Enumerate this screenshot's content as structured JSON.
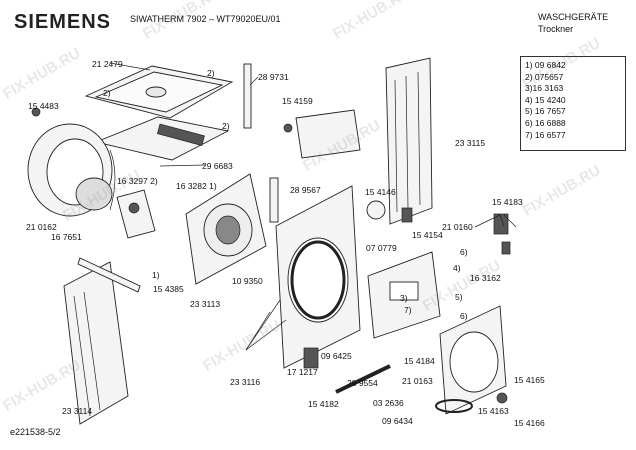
{
  "header": {
    "brand": "SIEMENS",
    "model": "SIWATHERM 7902 – WT79020EU/01",
    "category": "WASCHGERÄTE",
    "subcategory": "Trockner"
  },
  "legend": [
    "1) 09 6842",
    "2) 075657",
    "3)16 3163",
    "4) 15 4240",
    "5) 16 7657",
    "6) 16 6888",
    "7) 16 6577"
  ],
  "parts": {
    "p212479": "21 2479",
    "p289731": "28 9731",
    "p154483": "15 4483",
    "p154159": "15 4159",
    "p233115": "23 3115",
    "p296683": "29 6683",
    "p163297": "16 3297 2)",
    "p163282": "16 3282 1)",
    "p289567": "28 9567",
    "p154146": "15 4146",
    "p154183": "15 4183",
    "p210162": "21 0162",
    "p167651": "16 7651",
    "p070779": "07 0779",
    "p154154": "15 4154",
    "p210160": "21 0160",
    "p163162": "16 3162",
    "p154385": "15 4385",
    "p233113": "23 3113",
    "p109350": "10 9350",
    "p096425": "09 6425",
    "p171217": "17 1217",
    "p233116": "23 3116",
    "p154184": "15 4184",
    "p289554": "28 9554",
    "p210163": "21 0163",
    "p154165": "15 4165",
    "p233114": "23 3114",
    "p154182": "15 4182",
    "p032636": "03 2636",
    "p154163": "15 4163",
    "p096434": "09 6434",
    "p154166": "15 4166"
  },
  "callouts": {
    "c2a": "2)",
    "c2b": "2)",
    "c2c": "2)",
    "c1": "1)",
    "c3": "3)",
    "c4": "4)",
    "c5": "5)",
    "c6a": "6)",
    "c6b": "6)",
    "c7": "7)"
  },
  "footer": {
    "doc_id": "e221538-5/2"
  },
  "watermark": "FIX-HUB.RU"
}
